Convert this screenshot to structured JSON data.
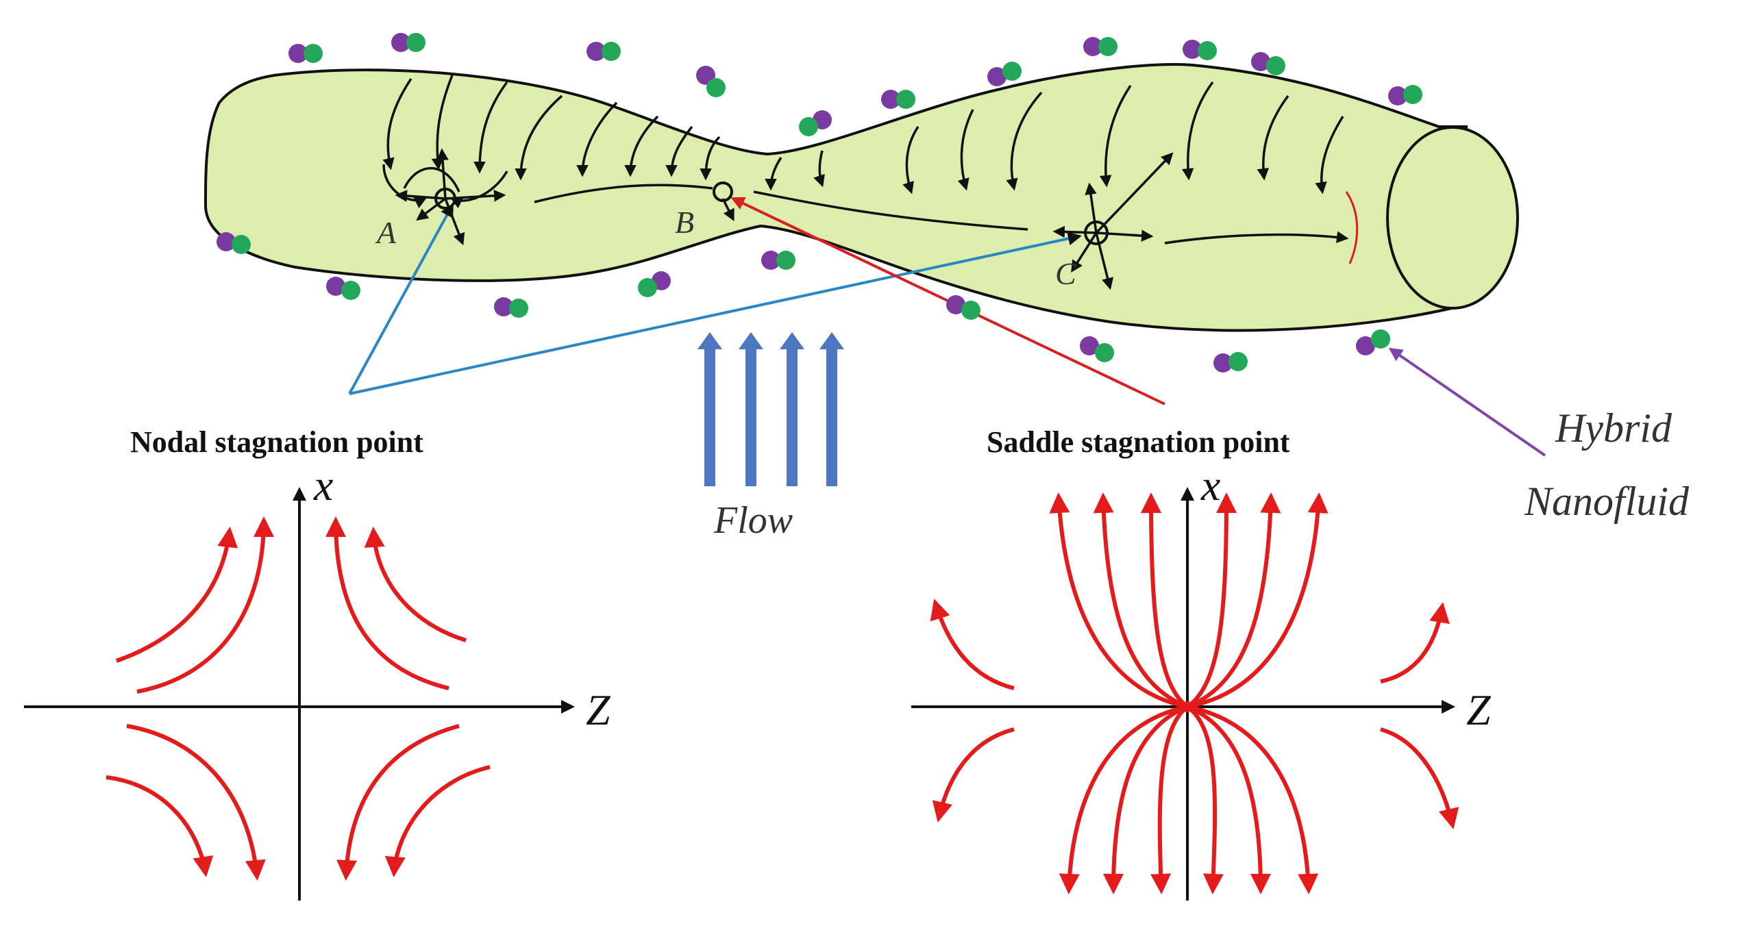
{
  "labels": {
    "point_a": "A",
    "point_b": "B",
    "point_c": "C",
    "nodal_title": "Nodal stagnation point",
    "saddle_title": "Saddle stagnation point",
    "flow": "Flow",
    "hybrid_line1": "Hybrid",
    "hybrid_line2": "Nanofluid",
    "nodal_x_axis": "x",
    "nodal_z_axis": "Z",
    "saddle_x_axis": "x",
    "saddle_z_axis": "Z"
  },
  "colors": {
    "body_fill": "#dcedad",
    "outline": "#111111",
    "streamline_red": "#e31b1b",
    "pointer_blue": "#2a86c4",
    "pointer_red": "#d62121",
    "pointer_purple": "#7b46a8",
    "flow_arrows": "#4e77c1",
    "particle_purple": "#7a3aa0",
    "particle_green": "#22a858"
  },
  "icons": {
    "particle": "nanoparticle-pair-icon",
    "stagnation_marker": "crosshair-circle-icon"
  }
}
